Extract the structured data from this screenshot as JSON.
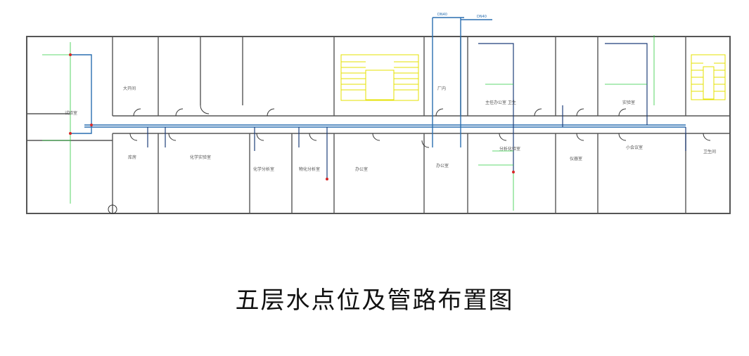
{
  "caption": "五层水点位及管路布置图",
  "colors": {
    "wall": "#555555",
    "water_pipe": "#2a6fb0",
    "pipe_dark": "#1f3f7a",
    "dimension": "#2ecc40",
    "stair": "#e5e200",
    "door": "#333333",
    "red_fitting": "#d62728"
  },
  "pipe_tags": {
    "main_a": "DN40",
    "main_b": "DN40"
  },
  "room_labels": {
    "r_top_1": "大开间",
    "r_top_2": "厂内",
    "r_top_3": "主任办公室 卫生",
    "r_top_4": "实验室",
    "r_left": "试验室",
    "r_b1": "库房",
    "r_b2": "化学实验室",
    "r_b3": "化学分析室",
    "r_b4": "物化分析室",
    "r_b5": "办公室",
    "r_b6": "办公室",
    "r_b7": "分析化验室",
    "r_b8": "仪器室",
    "r_b9": "小会议室",
    "r_b10": "卫生间"
  }
}
